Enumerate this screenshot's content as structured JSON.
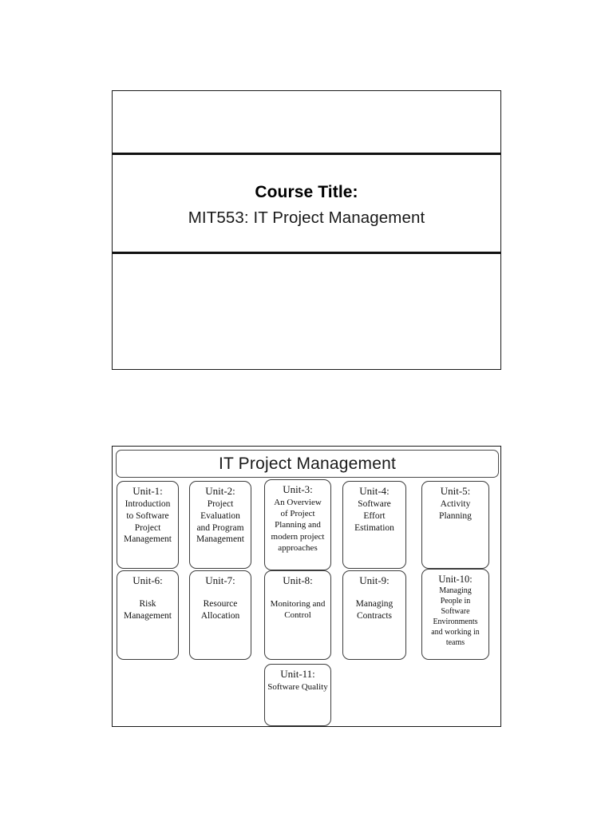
{
  "page": {
    "background": "#ffffff",
    "ink": "#111111"
  },
  "slide_one": {
    "name": "title-slide",
    "title_label": "Course Title:",
    "course_code_and_name": "MIT553: IT Project Management"
  },
  "slide_two": {
    "name": "course-structure-slide",
    "banner": "IT Project Management",
    "units": [
      {
        "id": "unit-1",
        "title": "Unit-1:",
        "desc": "Introduction\nto Software\nProject\nManagement"
      },
      {
        "id": "unit-2",
        "title": "Unit-2:",
        "desc": "Project\nEvaluation\nand Program\nManagement"
      },
      {
        "id": "unit-3",
        "title": "Unit-3:",
        "desc": "An Overview\nof Project\nPlanning and\nmodern project\napproaches"
      },
      {
        "id": "unit-4",
        "title": "Unit-4:",
        "desc": "Software\nEffort\nEstimation"
      },
      {
        "id": "unit-5",
        "title": "Unit-5:",
        "desc": "Activity\nPlanning"
      },
      {
        "id": "unit-6",
        "title": "Unit-6:",
        "desc": "Risk\nManagement"
      },
      {
        "id": "unit-7",
        "title": "Unit-7:",
        "desc": "Resource\nAllocation"
      },
      {
        "id": "unit-8",
        "title": "Unit-8:",
        "desc": "Monitoring and\nControl"
      },
      {
        "id": "unit-9",
        "title": "Unit-9:",
        "desc": "Managing\nContracts"
      },
      {
        "id": "unit-10",
        "title": "Unit-10:",
        "desc": "Managing\nPeople in\nSoftware\nEnvironments\nand working in\nteams"
      },
      {
        "id": "unit-11",
        "title": "Unit-11:",
        "desc": "Software Quality"
      }
    ]
  }
}
